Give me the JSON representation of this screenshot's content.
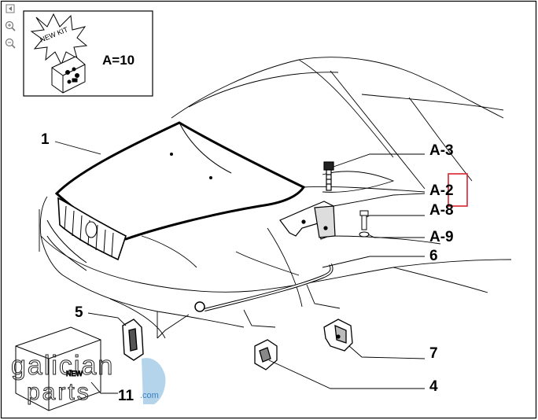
{
  "kit_box": {
    "badge": "NEW KIT",
    "quantity": "A=10"
  },
  "callouts": {
    "c1": "1",
    "a3": "A-3",
    "a2": "A-2",
    "a8": "A-8",
    "a9": "A-9",
    "c6": "6",
    "c5": "5",
    "c7": "7",
    "c4": "4",
    "c11": "11"
  },
  "watermark": {
    "line1": "galician",
    "line2": "parts",
    "suffix": ".com"
  },
  "colors": {
    "highlight": "#d9232d",
    "line": "#000000",
    "watermark": "#9bc6e6"
  },
  "icons": [
    "reset-view-icon",
    "zoom-in-icon",
    "zoom-out-icon"
  ]
}
